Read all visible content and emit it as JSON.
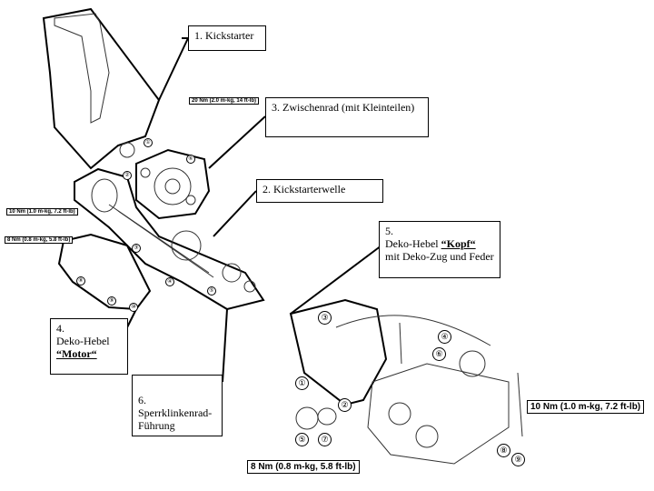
{
  "labels": {
    "kickstarter": "1. Kickstarter",
    "zwischenrad": "3. Zwischenrad (mit Kleinteilen)",
    "welle": "2. Kickstarterwelle",
    "kopf_num": "5.",
    "kopf_prefix": "Deko-Hebel ",
    "kopf_bold": "“Kopf“",
    "kopf_rest": "mit Deko-Zug und Feder",
    "motor_num": "4.",
    "motor_line": "Deko-Hebel",
    "motor_bold": "“Motor“",
    "sperr_num": "6.",
    "sperr_text": "Sperrklinkenrad-Führung"
  },
  "torques": {
    "t1": "20 Nm (2.0 m-kg, 14 ft-lb)",
    "t2": "10 Nm (1.0 m-kg, 7.2 ft-lb)",
    "t3": "8 Nm (0.8 m-kg, 5.8 ft-lb)",
    "t4": "10 Nm (1.0 m-kg, 7.2 ft-lb)",
    "t5": "8 Nm (0.8 m-kg, 5.8 ft-lb)"
  },
  "part_numbers": {
    "left": [
      "①",
      "②",
      "③",
      "④",
      "⑤",
      "⑥",
      "⑧",
      "⑨",
      "⑩"
    ],
    "right": [
      "①",
      "②",
      "③",
      "④",
      "⑤",
      "⑥",
      "⑦",
      "⑧",
      "⑨"
    ]
  }
}
